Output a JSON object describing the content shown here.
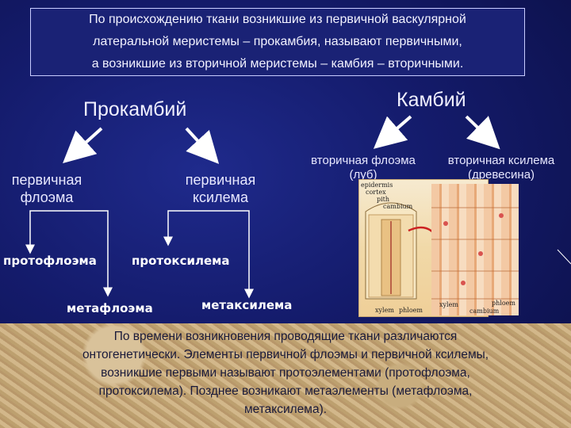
{
  "header": {
    "lines": [
      "По происхождению ткани возникшие из первичной васкулярной",
      "латеральной меристемы – прокамбия, называют первичными,",
      "а возникшие из вторичной меристемы – камбия – вторичными."
    ]
  },
  "left": {
    "title": "Прокамбий",
    "primary_phloem": [
      "первичная",
      "флоэма"
    ],
    "primary_xylem": [
      "первичная",
      "ксилема"
    ],
    "protophloem": "протофлоэма",
    "protoxylem": "протоксилема",
    "metaphloem": "метафлоэма",
    "metaxylem": "метаксилема"
  },
  "right": {
    "title": "Камбий",
    "secondary_phloem": [
      "вторичная флоэма",
      "(луб)"
    ],
    "secondary_xylem": [
      "вторичная ксилема",
      "(древесина)"
    ]
  },
  "micro_labels": {
    "epidermis": "epidermis",
    "cortex": "cortex",
    "pith": "pith",
    "cambium": "cambium",
    "xylem": "xylem",
    "phloem": "phloem",
    "xylem2": "xylem",
    "phloem2": "phloem",
    "cambium2": "cambium"
  },
  "footer": {
    "lines": [
      "По времени возникновения проводящие ткани различаются",
      "онтогенетически. Элементы первичной флоэмы и первичной ксилемы,",
      "возникшие первыми называют протоэлементами (протофлоэма,",
      "протоксилема). Позднее возникают метаэлементы (метафлоэма,",
      "метаксилема)."
    ]
  }
}
